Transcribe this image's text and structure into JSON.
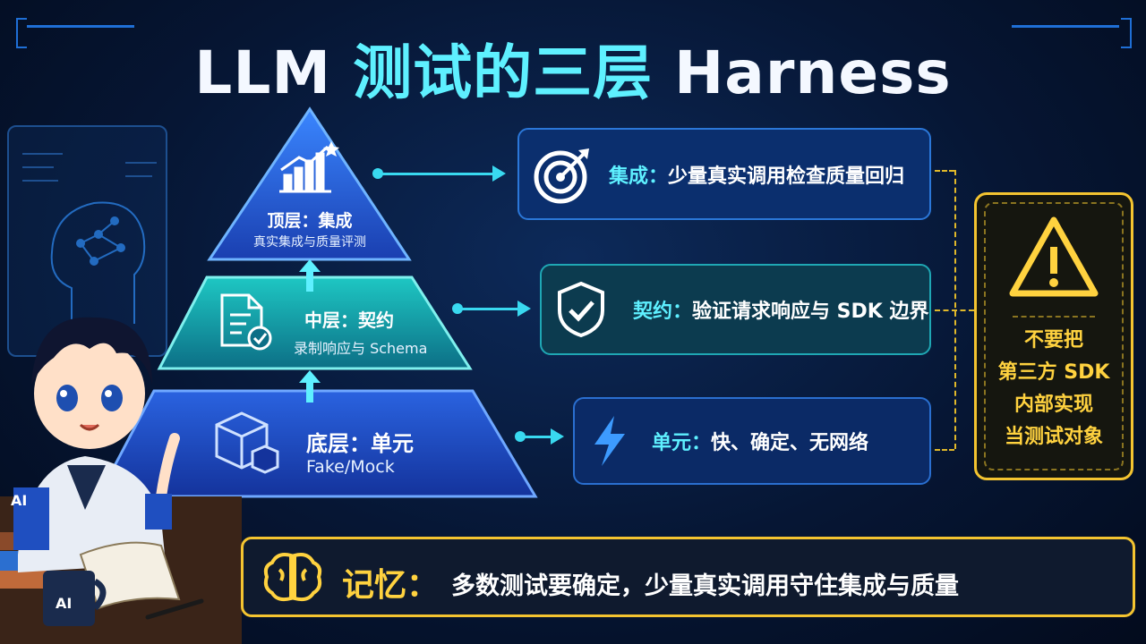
{
  "title": {
    "part1": "LLM ",
    "part2": "测试的三层",
    "part3": " Harness"
  },
  "pyramid": {
    "top": {
      "label": "顶层：集成",
      "sub": "真实集成与质量评测"
    },
    "middle": {
      "label": "中层：契约",
      "sub": "录制响应与 Schema"
    },
    "bottom": {
      "label": "底层：单元",
      "sub": "Fake/Mock"
    }
  },
  "cards": {
    "top": {
      "key": "集成：",
      "text": "少量真实调用检查质量回归"
    },
    "middle": {
      "key": "契约：",
      "text": "验证请求响应与 SDK 边界"
    },
    "bottom": {
      "key": "单元：",
      "text": "快、确定、无网络"
    }
  },
  "warning": {
    "lines": [
      "不要把",
      "第三方 SDK",
      "内部实现",
      "当测试对象"
    ]
  },
  "memory": {
    "label": "记忆：",
    "text": "多数测试要确定，少量真实调用守住集成与质量"
  },
  "character": {
    "hoodie_badge": "AI",
    "mug_badge": "AI"
  },
  "colors": {
    "accent": "#5ef0ff",
    "warning": "#f4c430",
    "top_tier": "#1f5fd6",
    "middle_tier": "#17a3a8",
    "bottom_tier": "#1c49c4"
  }
}
